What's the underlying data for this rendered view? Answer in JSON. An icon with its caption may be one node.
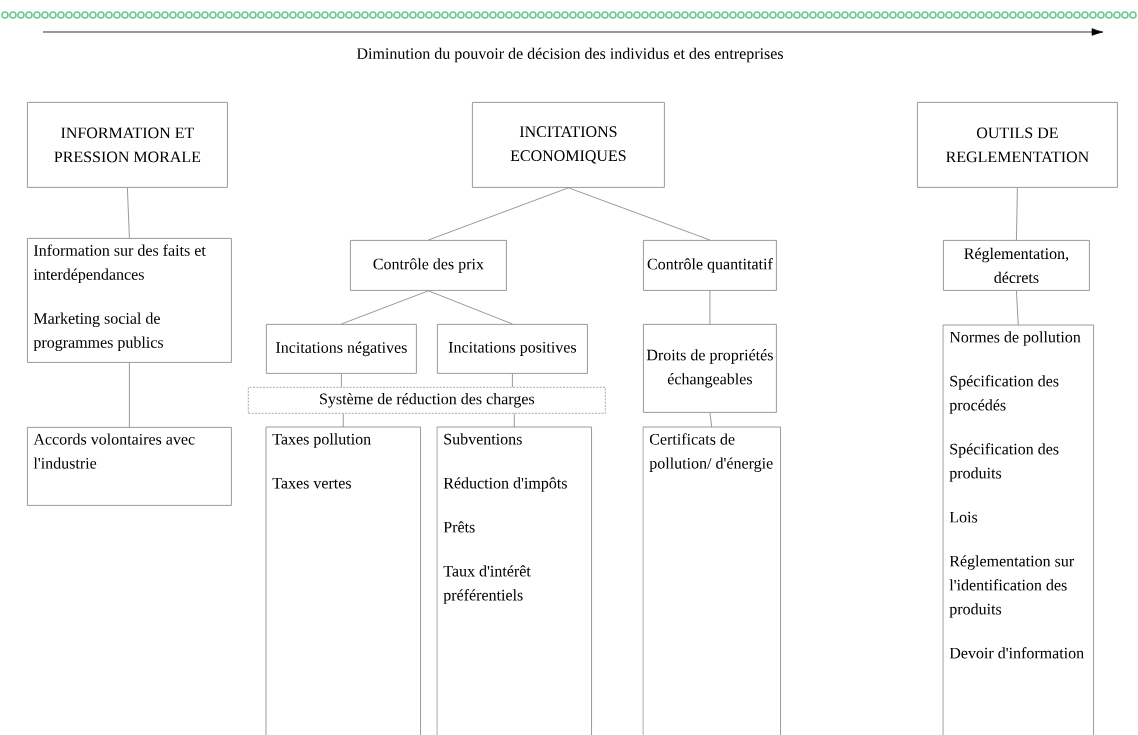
{
  "diagram": {
    "nodes": [
      {
        "text": [
          "INFORMATION ET PRESSION MORALE"
        ]
      },
      {
        "text": [
          "INCITATIONS ECONOMIQUES"
        ]
      },
      {
        "text": [
          "OUTILS DE REGLEMENTATION"
        ]
      },
      {
        "text": [
          "Information sur des faits et interdépendances",
          "Marketing social de programmes publics"
        ]
      },
      {
        "text": [
          "Accords volontaires avec l'industrie"
        ]
      },
      {
        "text": [
          "Contrôle des prix"
        ]
      },
      {
        "text": [
          "Contrôle quantitatif"
        ]
      },
      {
        "text": [
          "Incitations négatives"
        ]
      },
      {
        "text": [
          "Incitations positives"
        ]
      },
      {
        "text": [
          "Système de réduction des charges"
        ]
      },
      {
        "text": [
          "Taxes pollution",
          "Taxes vertes"
        ]
      },
      {
        "text": [
          "Subventions",
          "Réduction d'impôts",
          "Prêts",
          "Taux d'intérêt préférentiels"
        ]
      },
      {
        "text": [
          "Droits de propriétés échangeables"
        ]
      },
      {
        "text": [
          "Certificats de pollution/ d'énergie"
        ]
      },
      {
        "text": [
          "Réglementation, décrets"
        ]
      },
      {
        "text": [
          "Normes de pollution",
          "Spécification des procédés",
          "Spécification des produits",
          "Lois",
          "Réglementation sur l'identification des produits",
          "Devoir d'information"
        ]
      }
    ],
    "edges": [
      {
        "from": 0,
        "to": 3,
        "arrow": "none"
      },
      {
        "from": 3,
        "to": 4,
        "arrow": "none"
      },
      {
        "from": 1,
        "to": 5,
        "arrow": "none"
      },
      {
        "from": 1,
        "to": 6,
        "arrow": "none"
      },
      {
        "from": 5,
        "to": 7,
        "arrow": "none"
      },
      {
        "from": 5,
        "to": 8,
        "arrow": "none"
      },
      {
        "from": 7,
        "to": 9,
        "arrow": "none"
      },
      {
        "from": 8,
        "to": 9,
        "arrow": "none"
      },
      {
        "from": 9,
        "to": 10,
        "arrow": "none"
      },
      {
        "from": 9,
        "to": 11,
        "arrow": "none"
      },
      {
        "from": 6,
        "to": 12,
        "arrow": "none"
      },
      {
        "from": 12,
        "to": 13,
        "arrow": "none"
      },
      {
        "from": 2,
        "to": 14,
        "arrow": "none"
      },
      {
        "from": 14,
        "to": 15,
        "arrow": "none"
      }
    ],
    "labels": [
      "Diminution du pouvoir de décision des individus et des entreprises"
    ]
  }
}
